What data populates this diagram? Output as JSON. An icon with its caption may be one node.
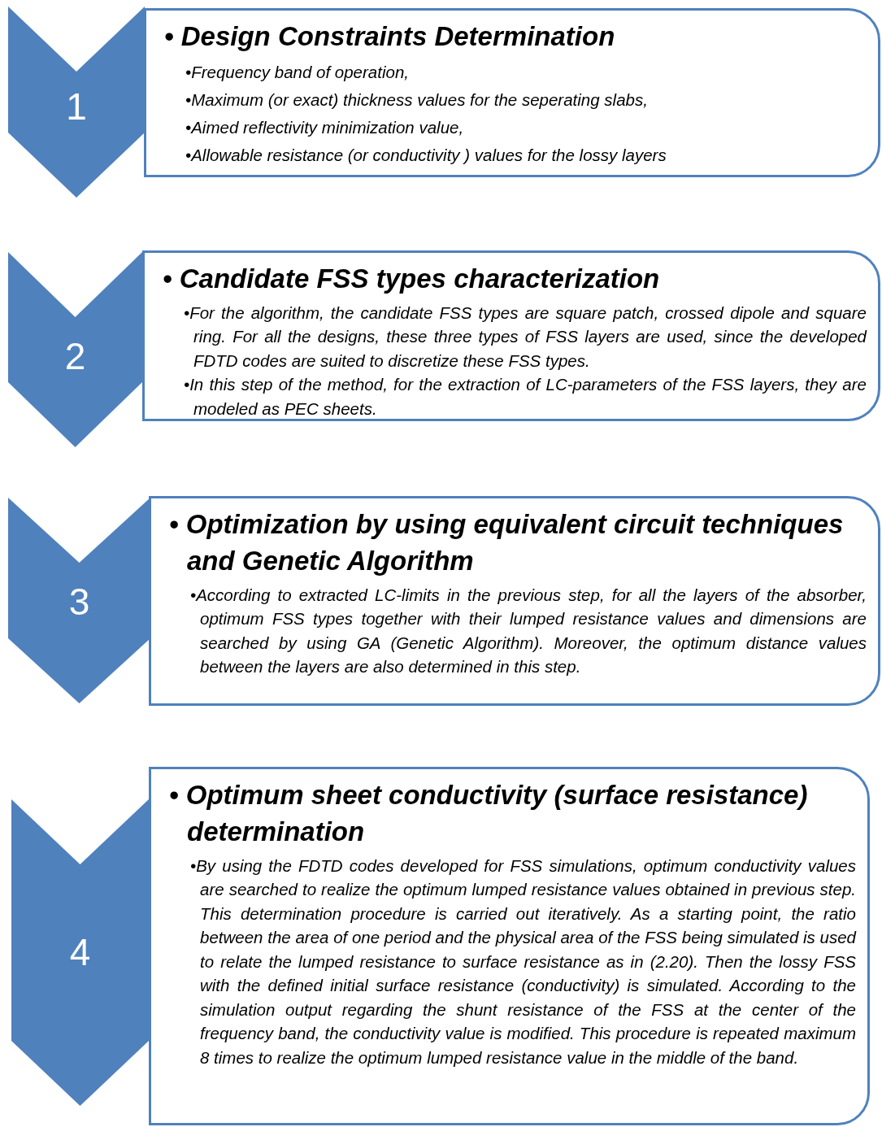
{
  "diagram": {
    "nodes": [
      {
        "text": [
          "1"
        ]
      },
      {
        "text": [
          "• Design Constraints Determination",
          "•Frequency band of operation,",
          "•Maximum (or exact) thickness values for the seperating slabs,",
          "•Aimed reflectivity minimization value,",
          "•Allowable resistance (or conductivity ) values for the lossy layers"
        ]
      },
      {
        "text": [
          "2"
        ]
      },
      {
        "text": [
          "• Candidate FSS types characterization",
          "•For the algorithm, the candidate FSS types are square patch, crossed dipole and square ring. For all the designs, these three types of FSS layers are used, since the developed FDTD codes are suited to discretize these FSS types.",
          "•In this step of the method, for the extraction of LC-parameters of the FSS layers, they are modeled as PEC sheets."
        ]
      },
      {
        "text": [
          "3"
        ]
      },
      {
        "text": [
          "• Optimization by using equivalent circuit techniques and Genetic Algorithm",
          "•According to extracted LC-limits in the previous step, for all the layers of the absorber, optimum FSS types together with their lumped resistance values and dimensions are searched by using GA (Genetic Algorithm). Moreover, the optimum distance values between the layers are also determined in this step."
        ]
      },
      {
        "text": [
          "4"
        ]
      },
      {
        "text": [
          "• Optimum sheet conductivity (surface resistance) determination",
          "•By using the FDTD codes developed for FSS simulations, optimum conductivity values are searched to realize the optimum lumped resistance values obtained in previous step. This determination procedure is carried out iteratively. As a starting point, the ratio between the area of one period and the physical area of the FSS being simulated is used to relate the lumped resistance to surface resistance as in (2.20). Then the lossy FSS with the defined initial surface resistance (conductivity) is simulated. According to the simulation output regarding the shunt resistance of the FSS at the center of the frequency band, the conductivity value is modified. This procedure is repeated maximum 8 times to realize the optimum lumped resistance value in the middle of the band."
        ]
      }
    ],
    "edges": []
  }
}
